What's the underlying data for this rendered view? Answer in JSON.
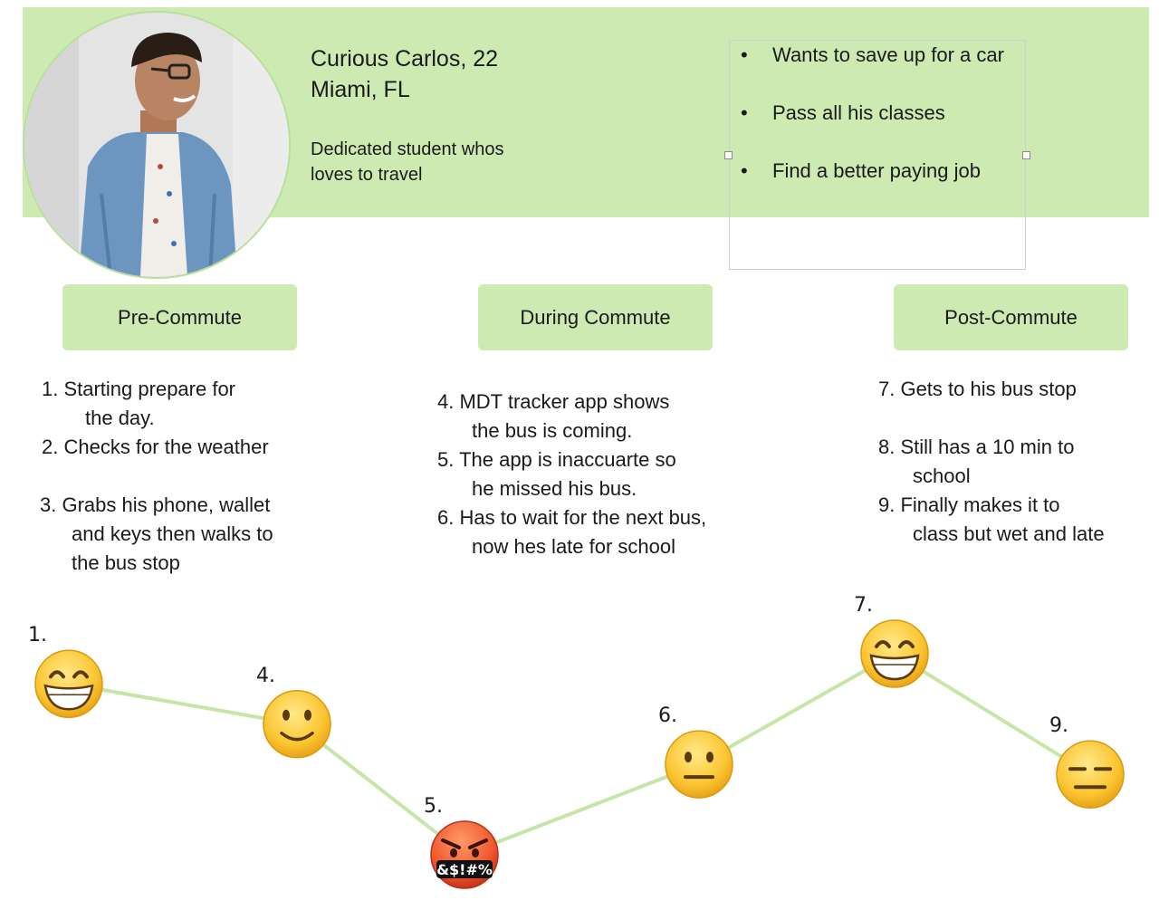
{
  "persona": {
    "name_line": "Curious Carlos, 22",
    "location": "Miami, FL",
    "bio": "Dedicated student whos loves to travel"
  },
  "goals": [
    "Wants to save up for a car",
    "Pass all his classes",
    "Find a better paying job"
  ],
  "goal_bullet": "•",
  "phases": [
    {
      "label": "Pre-Commute"
    },
    {
      "label": "During Commute"
    },
    {
      "label": "Post-Commute"
    }
  ],
  "steps": {
    "pre": [
      {
        "line1": "1.  Starting prepare for",
        "line2": "the day."
      },
      {
        "line1": "2.  Checks for the weather"
      },
      {
        "line1": "3. Grabs his phone, wallet",
        "line2": "and keys then walks to",
        "line3": "the bus stop"
      }
    ],
    "during": [
      {
        "line1": "4. MDT tracker app shows",
        "line2": "the bus is coming."
      },
      {
        "line1": "5. The app is inaccuarte so",
        "line2": "he missed his bus."
      },
      {
        "line1": "6. Has to wait for the next bus,",
        "line2": "now hes late for school"
      }
    ],
    "post": [
      {
        "line1": "7. Gets to his bus stop"
      },
      {
        "line1": "8. Still has a 10 min to",
        "line2": "school"
      },
      {
        "line1": "9. Finally makes it to",
        "line2": "class but wet and late"
      }
    ]
  },
  "journey": {
    "points": [
      {
        "label": "1.",
        "emotion": "grinning-face",
        "level": 0.85
      },
      {
        "label": "4.",
        "emotion": "slightly-smiling-face",
        "level": 0.65
      },
      {
        "label": "5.",
        "emotion": "face-with-symbols-on-mouth",
        "level": 0.0,
        "symbols": "&$!#%"
      },
      {
        "label": "6.",
        "emotion": "neutral-face",
        "level": 0.45
      },
      {
        "label": "7.",
        "emotion": "grinning-face",
        "level": 1.0
      },
      {
        "label": "9.",
        "emotion": "expressionless-face",
        "level": 0.4
      }
    ],
    "line_color": "#c6e6a8"
  },
  "colors": {
    "banner": "#cdeab2",
    "phase_box": "#cdeab2"
  }
}
